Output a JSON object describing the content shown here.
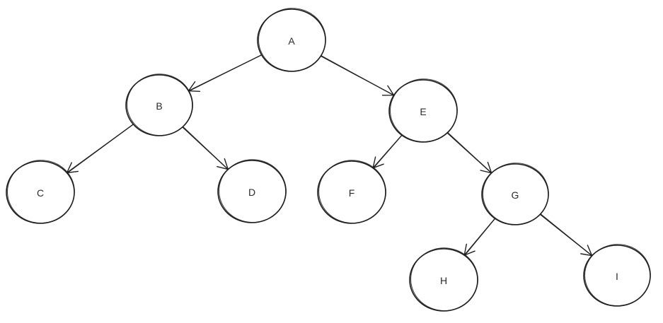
{
  "nodes": [
    {
      "id": "A",
      "label": "A"
    },
    {
      "id": "B",
      "label": "B"
    },
    {
      "id": "C",
      "label": "C"
    },
    {
      "id": "D",
      "label": "D"
    },
    {
      "id": "E",
      "label": "E"
    },
    {
      "id": "F",
      "label": "F"
    },
    {
      "id": "G",
      "label": "G"
    },
    {
      "id": "H",
      "label": "H"
    },
    {
      "id": "I",
      "label": "I"
    }
  ],
  "edges": [
    {
      "from": "A",
      "to": "B"
    },
    {
      "from": "A",
      "to": "E"
    },
    {
      "from": "B",
      "to": "C"
    },
    {
      "from": "B",
      "to": "D"
    },
    {
      "from": "E",
      "to": "F"
    },
    {
      "from": "E",
      "to": "G"
    },
    {
      "from": "G",
      "to": "H"
    },
    {
      "from": "G",
      "to": "I"
    }
  ],
  "style": {
    "stroke_color": "#1f1f1f",
    "label_color": "#2b2b2b",
    "background": "#ffffff"
  }
}
